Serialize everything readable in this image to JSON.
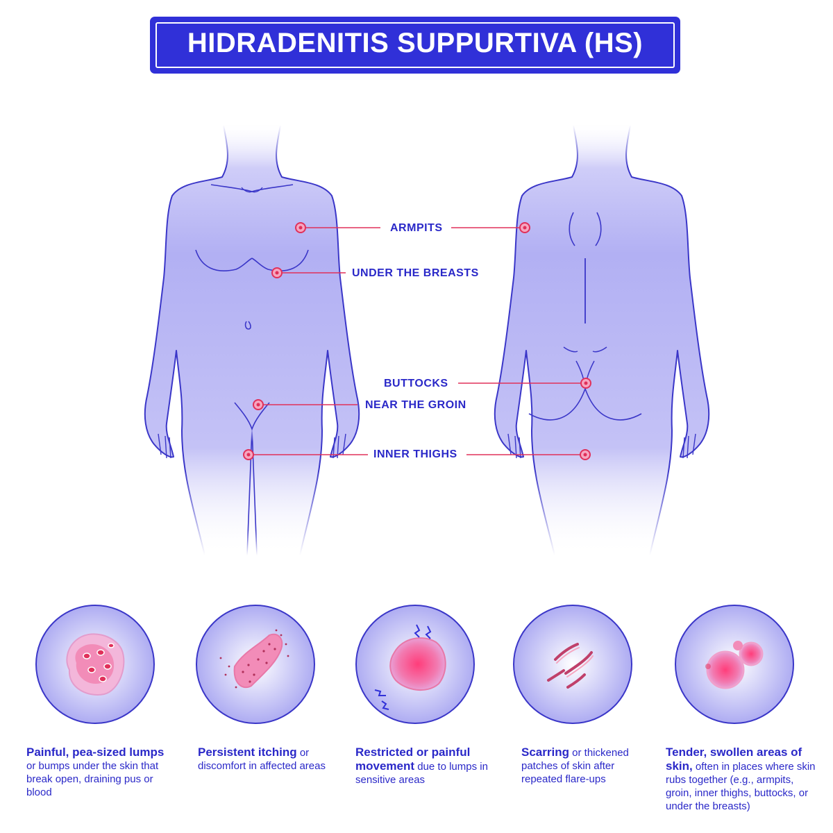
{
  "title": "HIDRADENITIS SUPPURTIVA (HS)",
  "callouts": {
    "armpits": "ARMPITS",
    "under_breasts": "UNDER THE BREASTS",
    "buttocks": "BUTTOCKS",
    "groin": "NEAR THE GROIN",
    "inner_thighs": "INNER THIGHS"
  },
  "symptoms": [
    {
      "bold": "Painful, pea-sized lumps",
      "rest": "or bumps under the skin that break open, draining pus or blood"
    },
    {
      "bold": "Persistent itching",
      "rest": "or discomfort in affected areas"
    },
    {
      "bold": "Restricted or painful movement",
      "rest": "due to lumps in sensitive areas"
    },
    {
      "bold": "Scarring",
      "rest": "or thickened patches of skin after repeated flare-ups"
    },
    {
      "bold": "Tender, swollen areas of skin,",
      "rest": "often in places where skin rubs together (e.g., armpits, groin, inner thighs, buttocks, or under the breasts)"
    }
  ],
  "colors": {
    "primary": "#3030d8",
    "text": "#2a28c8",
    "body_fill": "#b4b2f4",
    "marker": "#e0305a"
  }
}
